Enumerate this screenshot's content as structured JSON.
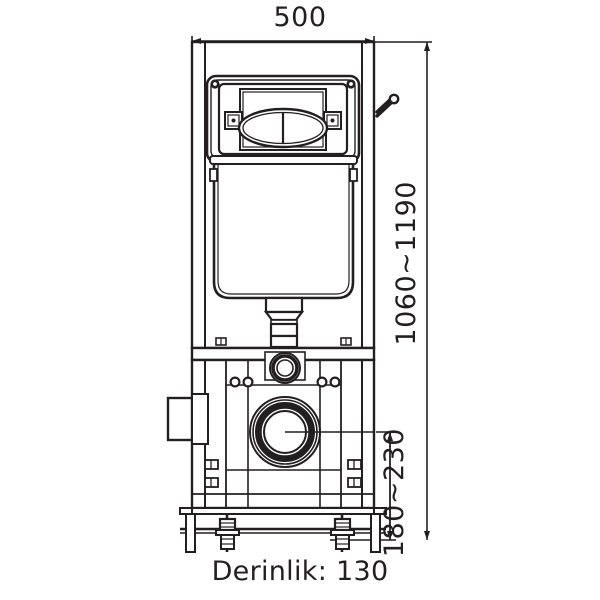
{
  "drawing": {
    "title": "Concealed cistern frame technical drawing",
    "units": "mm",
    "stroke_color": "#231f20",
    "background_color": "#ffffff",
    "dimensions": {
      "width": {
        "value": "500",
        "name": "overall width",
        "orientation": "horizontal",
        "position": "top"
      },
      "height": {
        "value": "1060~1190",
        "name": "overall installation height range",
        "orientation": "vertical",
        "position": "right"
      },
      "depth_offset": {
        "value": "180~230",
        "name": "outlet height range",
        "orientation": "vertical",
        "position": "lower-right"
      }
    },
    "caption": {
      "text": "Derinlik: 130",
      "label": "Derinlik:",
      "value": "130"
    },
    "components": {
      "flush_plate": "dual-flush actuator plate",
      "cistern": "concealed cistern tank",
      "flush_pipe": "flush pipe connector",
      "waste_outlet": "waste outlet ring",
      "inlet_port": "flush inlet port",
      "water_inlet_box": "water supply inlet box",
      "feet": "adjustable threaded feet",
      "frame": "steel support frame",
      "lever": "service lever"
    }
  }
}
